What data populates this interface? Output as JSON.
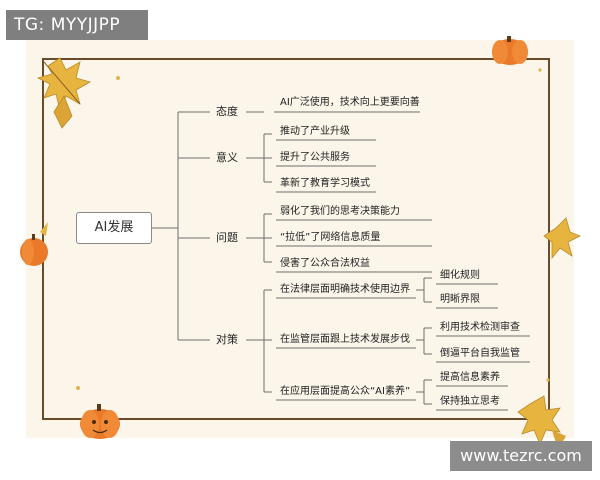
{
  "watermarks": {
    "top": "TG: MYYJJPP",
    "bottom": "www.tezrc.com"
  },
  "mindmap": {
    "root": "AI发展",
    "branches": [
      {
        "label": "态度",
        "items": [
          "AI广泛使用，技术向上更要向善"
        ]
      },
      {
        "label": "意义",
        "items": [
          "推动了产业升级",
          "提升了公共服务",
          "革新了教育学习模式"
        ]
      },
      {
        "label": "问题",
        "items": [
          "弱化了我们的思考决策能力",
          "“拉低”了网络信息质量",
          "侵害了公众合法权益"
        ]
      },
      {
        "label": "对策",
        "items": [
          {
            "text": "在法律层面明确技术使用边界",
            "sub": [
              "细化规则",
              "明晰界限"
            ]
          },
          {
            "text": "在监管层面跟上技术发展步伐",
            "sub": [
              "利用技术检测审查",
              "倒逼平台自我监管"
            ]
          },
          {
            "text": "在应用层面提高公众“AI素养”",
            "sub": [
              "提高信息素养",
              "保持独立思考"
            ]
          }
        ]
      }
    ]
  },
  "colors": {
    "frame": "#6b4a2a",
    "card": "#fbf5ea",
    "pumpkin": "#e8772a",
    "leaf": "#e3b23c"
  }
}
